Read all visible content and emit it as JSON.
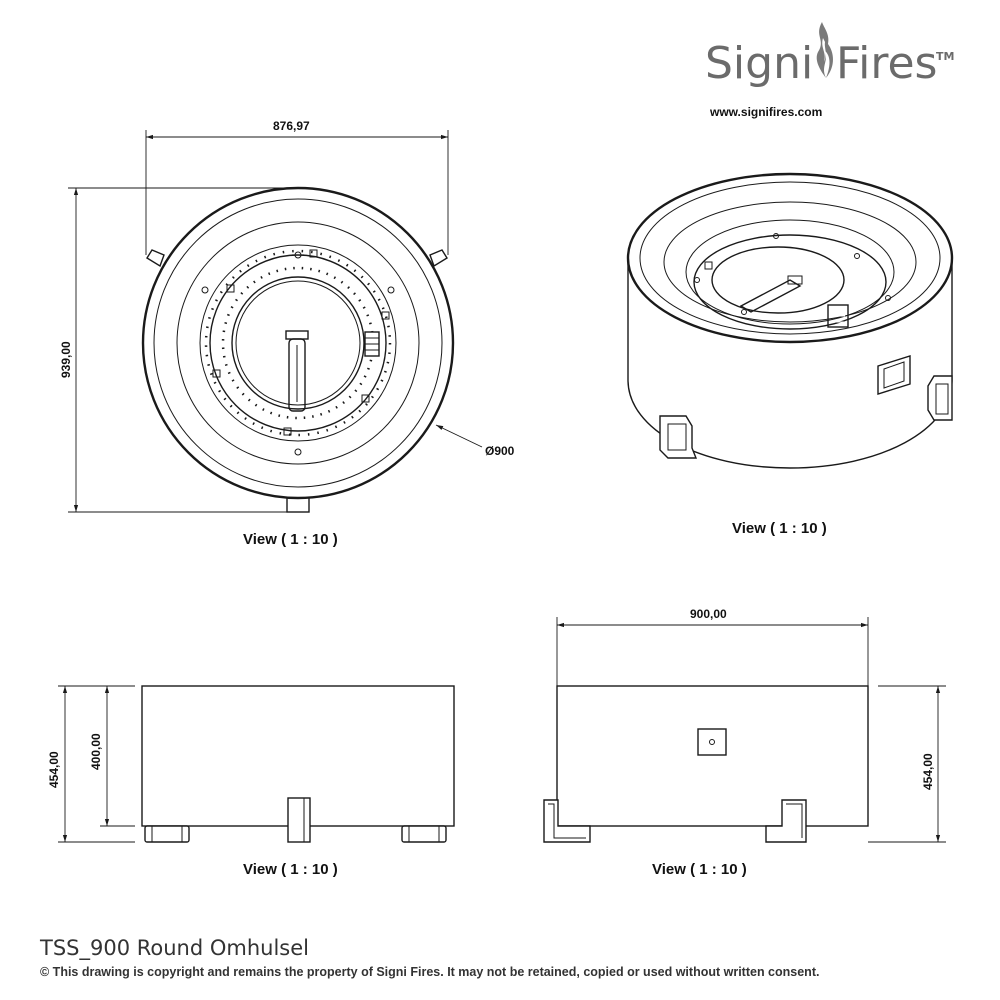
{
  "brand": {
    "name_left": "Signi",
    "name_right": "Fires",
    "trademark": "TM",
    "website": "www.signifires.com"
  },
  "views": {
    "top": {
      "label": "View ( 1 : 10 )",
      "width_dim": "876,97",
      "height_dim": "939,00",
      "diameter_dim": "Ø900"
    },
    "iso": {
      "label": "View ( 1 : 10 )"
    },
    "side_left": {
      "label": "View ( 1 : 10 )",
      "outer_height_dim": "454,00",
      "inner_height_dim": "400,00"
    },
    "side_right": {
      "label": "View ( 1 : 10 )",
      "width_dim": "900,00",
      "height_dim": "454,00"
    }
  },
  "footer": {
    "title": "TSS_900  Round Omhulsel",
    "copyright": "© This drawing is copyright and remains the property of Signi Fires. It may not be retained, copied or used without written consent."
  }
}
